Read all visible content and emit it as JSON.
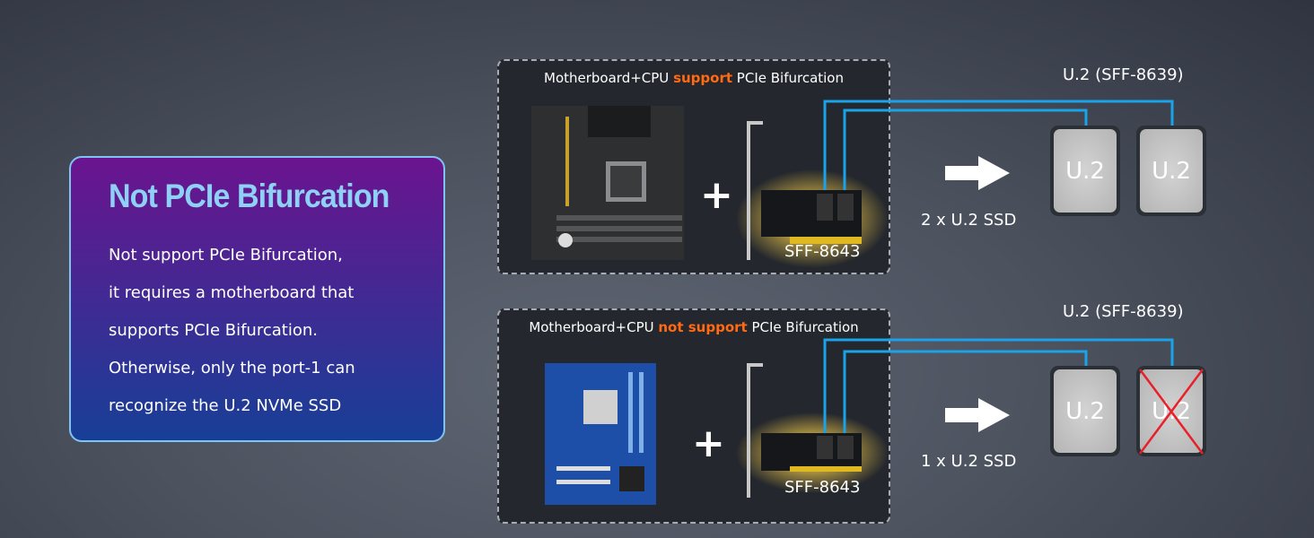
{
  "info_card": {
    "title": "Not PCIe Bifurcation",
    "lines": [
      "Not support PCIe Bifurcation,",
      "it requires a motherboard that",
      "supports PCIe Bifurcation.",
      "Otherwise, only the port-1 can",
      "recognize the U.2 NVMe SSD"
    ]
  },
  "panels": [
    {
      "title_pre": "Motherboard+CPU ",
      "title_highlight": "support",
      "title_post": " PCIe Bifurcation",
      "connector_label": "SFF-8643",
      "plus": "+",
      "result_label": "2 x U.2 SSD",
      "drive_header": "U.2 (SFF-8639)",
      "drives": [
        "U.2",
        "U.2"
      ]
    },
    {
      "title_pre": "Motherboard+CPU ",
      "title_highlight": "not support",
      "title_post": " PCIe Bifurcation",
      "connector_label": "SFF-8643",
      "plus": "+",
      "result_label": "1 x U.2 SSD",
      "drive_header": "U.2 (SFF-8639)",
      "drives": [
        "U.2",
        "U.2"
      ]
    }
  ],
  "colors": {
    "highlight": "#ff6a13",
    "cable": "#1aa3e8",
    "title": "#8fd0f7",
    "cross": "#e8202a"
  }
}
